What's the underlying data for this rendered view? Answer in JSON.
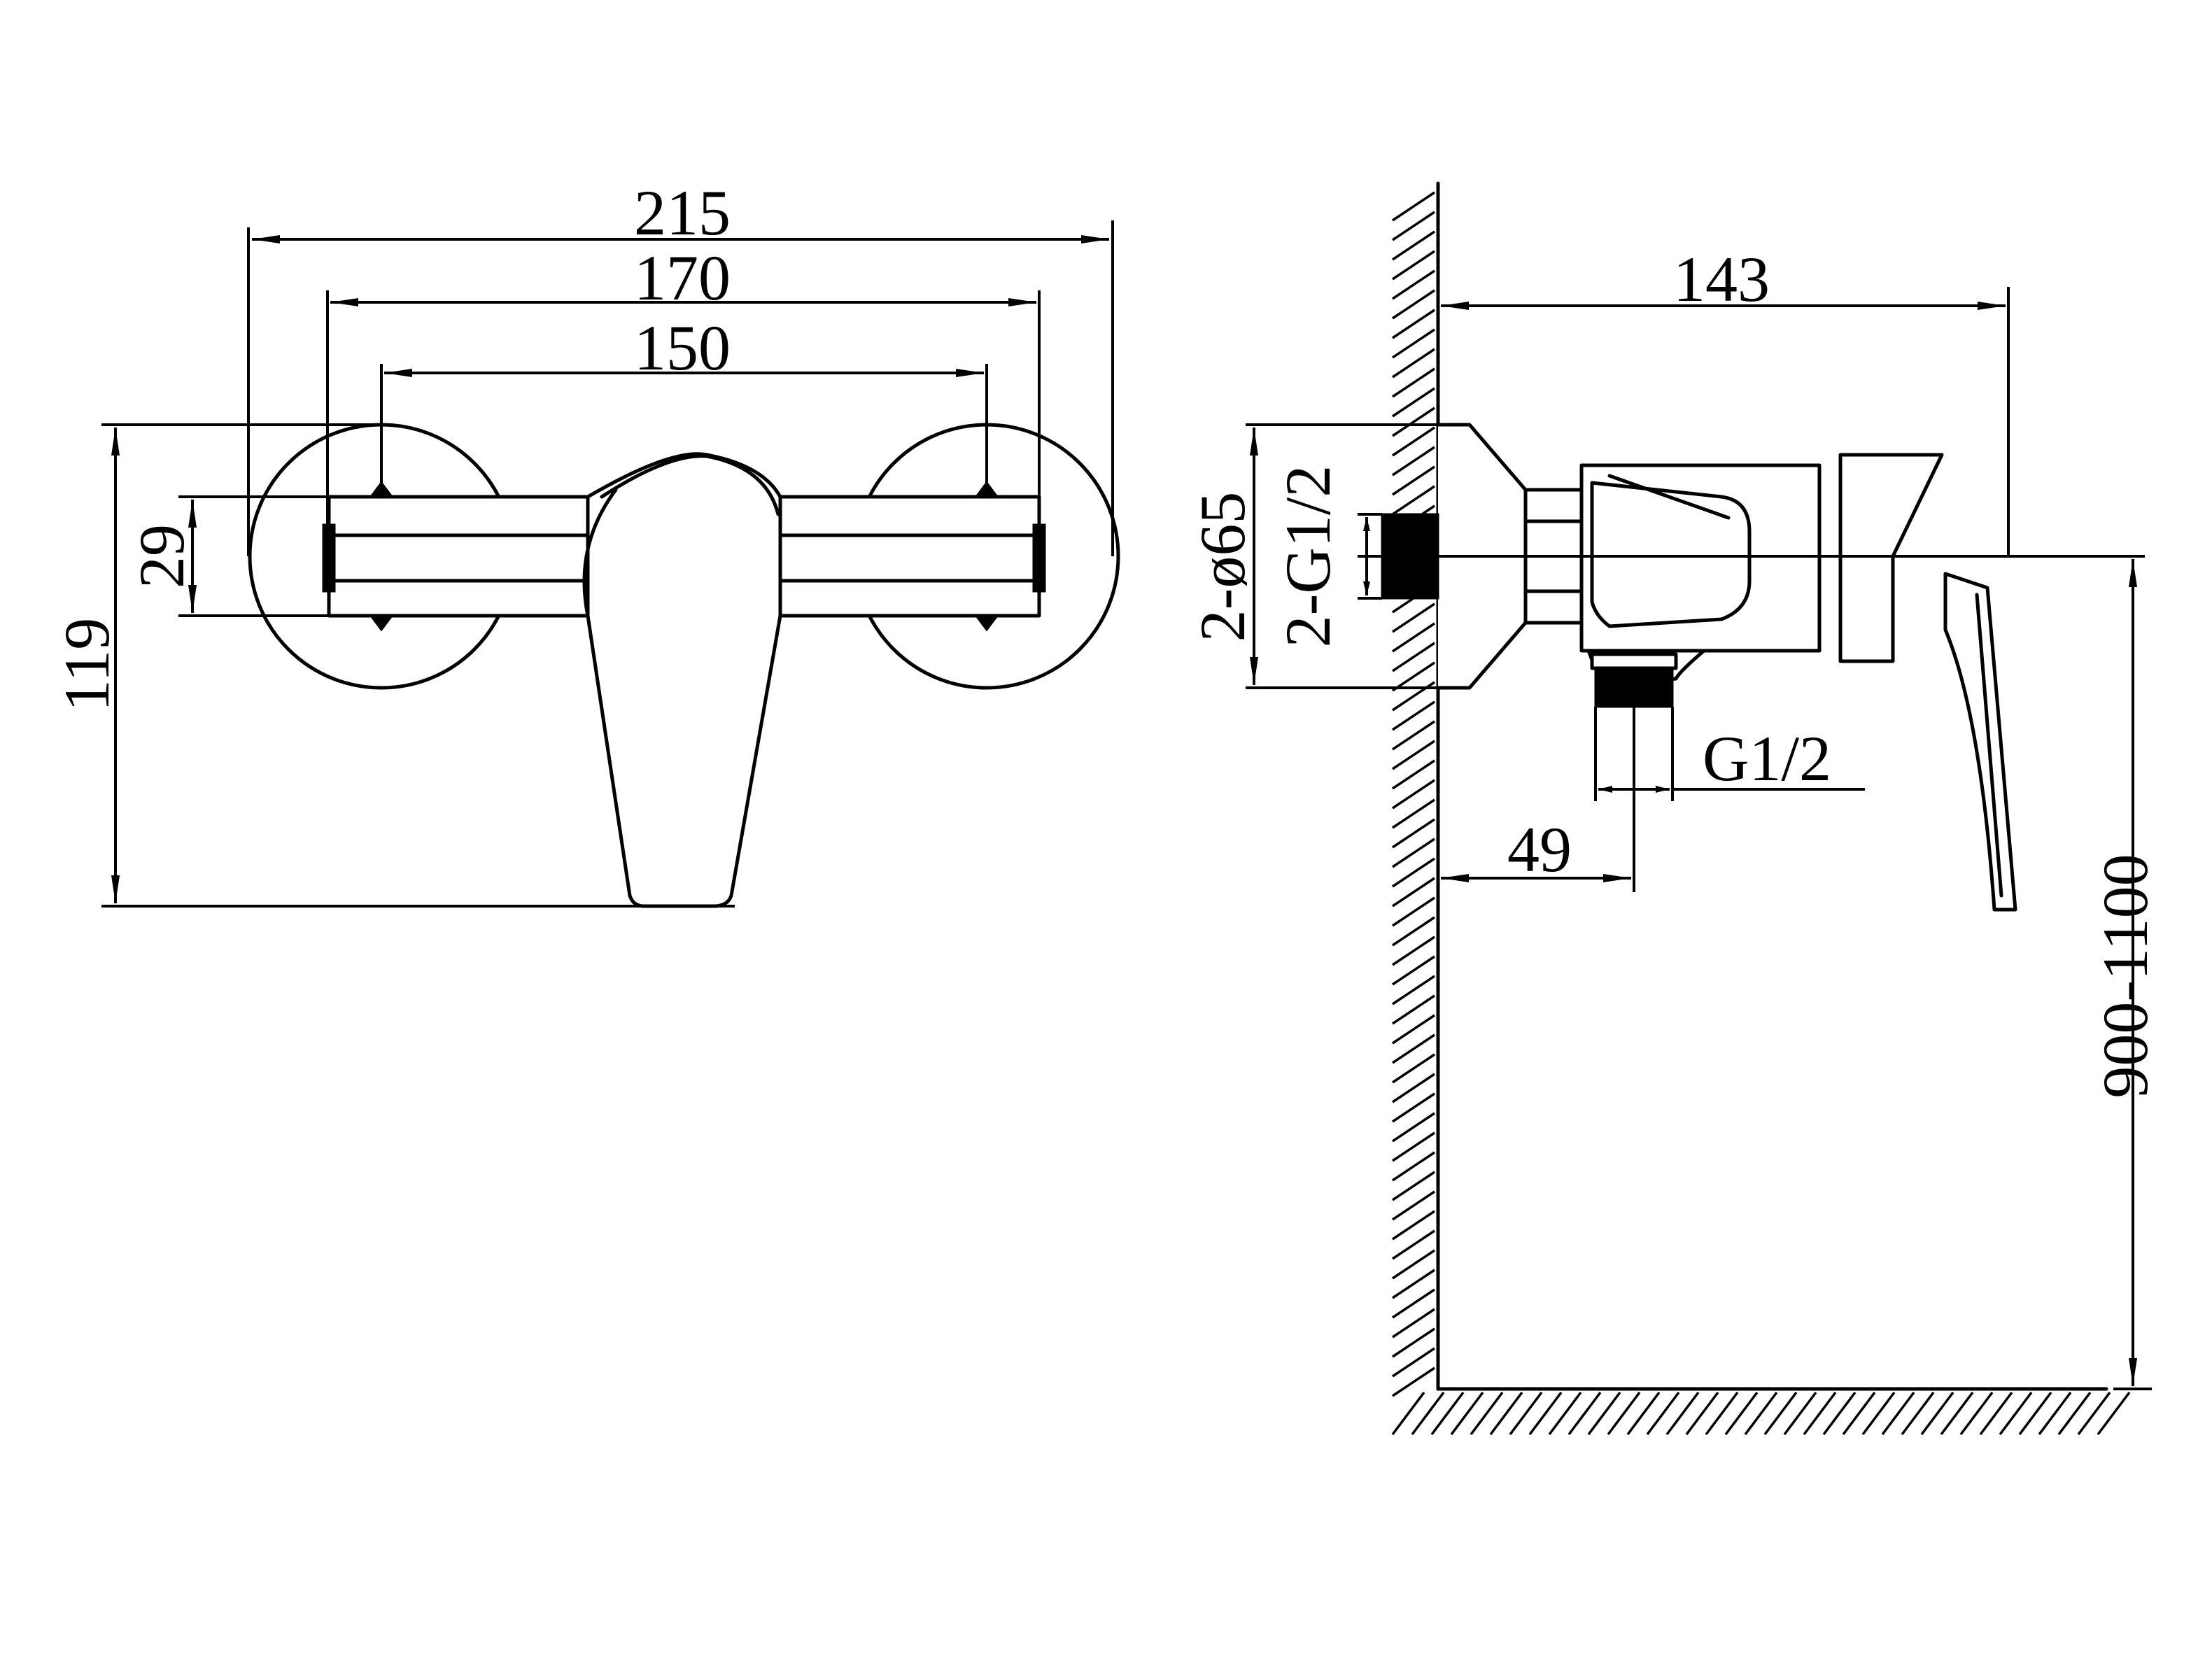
{
  "front_view": {
    "dim_overall_width": "215",
    "dim_eccentric_span": "170",
    "dim_center_distance": "150",
    "dim_body_height": "29",
    "dim_total_height": "119"
  },
  "side_view": {
    "dim_projection": "143",
    "dim_flange_diameter": "2-ø65",
    "dim_inlet_thread": "2-G1/2",
    "dim_outlet_thread": "G1/2",
    "dim_outlet_offset": "49",
    "dim_mounting_height": "900-1100"
  }
}
